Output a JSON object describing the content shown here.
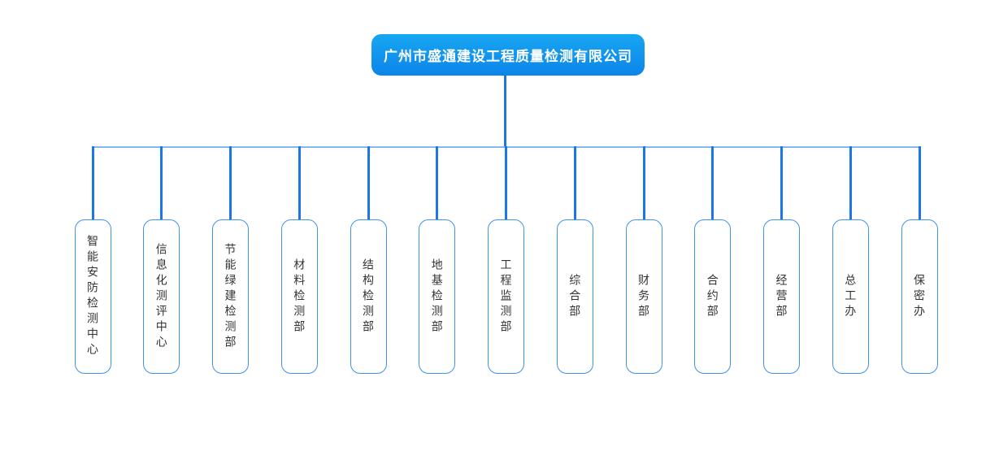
{
  "org": {
    "root_label": "广州市盛通建设工程质量检测有限公司",
    "departments": [
      {
        "label": "智能安防检测中心"
      },
      {
        "label": "信息化测评中心"
      },
      {
        "label": "节能绿建检测部"
      },
      {
        "label": "材料检测部"
      },
      {
        "label": "结构检测部"
      },
      {
        "label": "地基检测部"
      },
      {
        "label": "工程监测部"
      },
      {
        "label": "综合部"
      },
      {
        "label": "财务部"
      },
      {
        "label": "合约部"
      },
      {
        "label": "经营部"
      },
      {
        "label": "总工办"
      },
      {
        "label": "保密办"
      }
    ]
  },
  "colors": {
    "line_vertical": "#1b76e8",
    "line_horizontal": "#85b6ef",
    "box_border": "#3e92ea",
    "root_grad_top": "#17a6f2",
    "root_grad_bottom": "#0c84e9",
    "dept_text": "#333333",
    "root_text": "#ffffff"
  }
}
